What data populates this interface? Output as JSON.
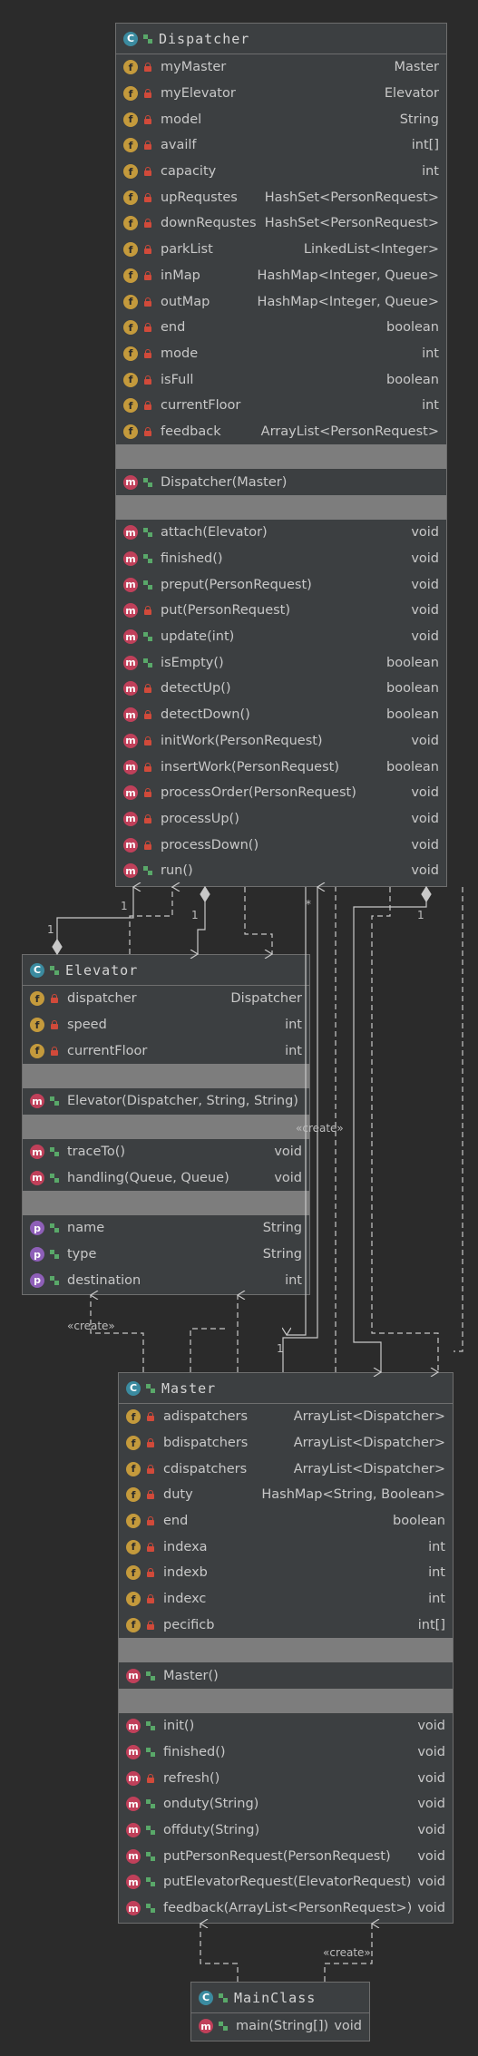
{
  "dispatcher": {
    "name": "Dispatcher",
    "fields": [
      {
        "name": "myMaster",
        "type": "Master"
      },
      {
        "name": "myElevator",
        "type": "Elevator"
      },
      {
        "name": "model",
        "type": "String"
      },
      {
        "name": "availf",
        "type": "int[]"
      },
      {
        "name": "capacity",
        "type": "int"
      },
      {
        "name": "upRequstes",
        "type": "HashSet<PersonRequest>"
      },
      {
        "name": "downRequstes",
        "type": "HashSet<PersonRequest>"
      },
      {
        "name": "parkList",
        "type": "LinkedList<Integer>"
      },
      {
        "name": "inMap",
        "type": "HashMap<Integer, Queue>"
      },
      {
        "name": "outMap",
        "type": "HashMap<Integer, Queue>"
      },
      {
        "name": "end",
        "type": "boolean"
      },
      {
        "name": "mode",
        "type": "int"
      },
      {
        "name": "isFull",
        "type": "boolean"
      },
      {
        "name": "currentFloor",
        "type": "int"
      },
      {
        "name": "feedback",
        "type": "ArrayList<PersonRequest>"
      }
    ],
    "constructors": [
      {
        "name": "Dispatcher(Master)",
        "type": ""
      }
    ],
    "methods": [
      {
        "name": "attach(Elevator)",
        "type": "void",
        "vis": "pub"
      },
      {
        "name": "finished()",
        "type": "void",
        "vis": "pub"
      },
      {
        "name": "preput(PersonRequest)",
        "type": "void",
        "vis": "pub"
      },
      {
        "name": "put(PersonRequest)",
        "type": "void",
        "vis": "lock"
      },
      {
        "name": "update(int)",
        "type": "void",
        "vis": "pub"
      },
      {
        "name": "isEmpty()",
        "type": "boolean",
        "vis": "pub"
      },
      {
        "name": "detectUp()",
        "type": "boolean",
        "vis": "lock"
      },
      {
        "name": "detectDown()",
        "type": "boolean",
        "vis": "lock"
      },
      {
        "name": "initWork(PersonRequest)",
        "type": "void",
        "vis": "lock"
      },
      {
        "name": "insertWork(PersonRequest)",
        "type": "boolean",
        "vis": "lock"
      },
      {
        "name": "processOrder(PersonRequest)",
        "type": "void",
        "vis": "lock"
      },
      {
        "name": "processUp()",
        "type": "void",
        "vis": "lock"
      },
      {
        "name": "processDown()",
        "type": "void",
        "vis": "lock"
      },
      {
        "name": "run()",
        "type": "void",
        "vis": "pub"
      }
    ]
  },
  "elevator": {
    "name": "Elevator",
    "fields": [
      {
        "name": "dispatcher",
        "type": "Dispatcher"
      },
      {
        "name": "speed",
        "type": "int"
      },
      {
        "name": "currentFloor",
        "type": "int"
      }
    ],
    "constructors": [
      {
        "name": "Elevator(Dispatcher, String, String)",
        "type": ""
      }
    ],
    "methods": [
      {
        "name": "traceTo()",
        "type": "void",
        "vis": "pub"
      },
      {
        "name": "handling(Queue, Queue)",
        "type": "void",
        "vis": "pub"
      }
    ],
    "properties": [
      {
        "name": "name",
        "type": "String"
      },
      {
        "name": "type",
        "type": "String"
      },
      {
        "name": "destination",
        "type": "int"
      }
    ]
  },
  "master": {
    "name": "Master",
    "fields": [
      {
        "name": "adispatchers",
        "type": "ArrayList<Dispatcher>"
      },
      {
        "name": "bdispatchers",
        "type": "ArrayList<Dispatcher>"
      },
      {
        "name": "cdispatchers",
        "type": "ArrayList<Dispatcher>"
      },
      {
        "name": "duty",
        "type": "HashMap<String, Boolean>"
      },
      {
        "name": "end",
        "type": "boolean"
      },
      {
        "name": "indexa",
        "type": "int"
      },
      {
        "name": "indexb",
        "type": "int"
      },
      {
        "name": "indexc",
        "type": "int"
      },
      {
        "name": "pecificb",
        "type": "int[]"
      }
    ],
    "constructors": [
      {
        "name": "Master()",
        "type": ""
      }
    ],
    "methods": [
      {
        "name": "init()",
        "type": "void",
        "vis": "pub"
      },
      {
        "name": "finished()",
        "type": "void",
        "vis": "pub"
      },
      {
        "name": "refresh()",
        "type": "void",
        "vis": "lock"
      },
      {
        "name": "onduty(String)",
        "type": "void",
        "vis": "pub"
      },
      {
        "name": "offduty(String)",
        "type": "void",
        "vis": "pub"
      },
      {
        "name": "putPersonRequest(PersonRequest)",
        "type": "void",
        "vis": "pub"
      },
      {
        "name": "putElevatorRequest(ElevatorRequest)",
        "type": "void",
        "vis": "pub"
      },
      {
        "name": "feedback(ArrayList<PersonRequest>)",
        "type": "void",
        "vis": "pub"
      }
    ]
  },
  "mainclass": {
    "name": "MainClass",
    "methods": [
      {
        "name": "main(String[])",
        "type": "void",
        "vis": "pub"
      }
    ]
  },
  "labels": {
    "create": "«create»",
    "mult_one": "1",
    "mult_many": "*"
  },
  "colors": {
    "background": "#2b2b2b",
    "class_fill": "#3c3f41",
    "separator": "#7d7d7d",
    "field_badge": "#c49a3c",
    "method_badge": "#c0405a",
    "class_badge": "#3b8ba0",
    "property_badge": "#8e5fb8"
  }
}
